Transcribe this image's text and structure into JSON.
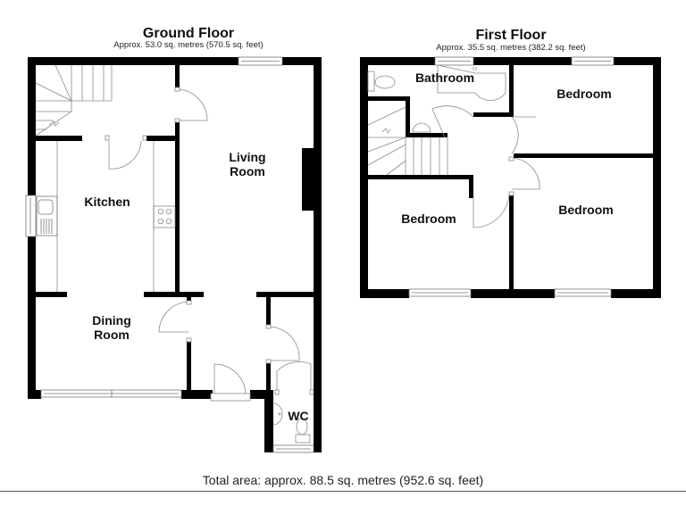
{
  "ground_floor": {
    "title": "Ground Floor",
    "area": "Approx. 53.0 sq. metres (570.5 sq. feet)",
    "rooms": {
      "kitchen": "Kitchen",
      "living_room": "Living\nRoom",
      "dining_room": "Dining\nRoom",
      "wc": "WC"
    }
  },
  "first_floor": {
    "title": "First Floor",
    "area": "Approx. 35.5 sq. metres (382.2 sq. feet)",
    "rooms": {
      "bathroom": "Bathroom",
      "bedroom_top_right": "Bedroom",
      "bedroom_left": "Bedroom",
      "bedroom_bottom_right": "Bedroom"
    }
  },
  "footer": {
    "total_area": "Total area: approx. 88.5 sq. metres (952.6 sq. feet)"
  },
  "colors": {
    "wall": "#000000",
    "line": "#8a8a8a",
    "background": "#ffffff"
  }
}
